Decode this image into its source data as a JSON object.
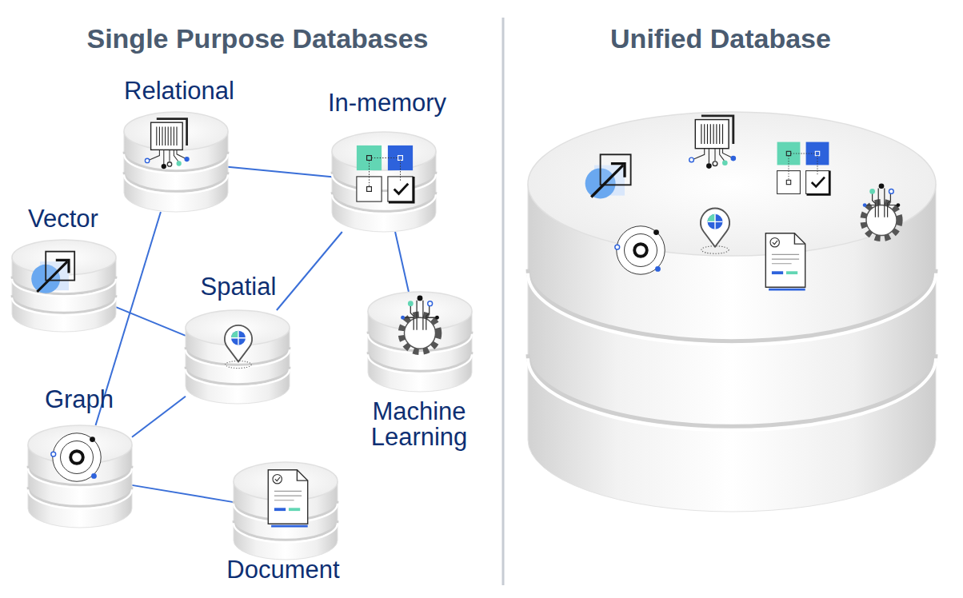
{
  "diagram": {
    "nodes": [
      {
        "text": [
          "Relational"
        ]
      },
      {
        "text": [
          "In-memory"
        ]
      },
      {
        "text": [
          "Vector"
        ]
      },
      {
        "text": [
          "Spatial"
        ]
      },
      {
        "text": [
          "Machine Learning"
        ]
      },
      {
        "text": [
          "Graph"
        ]
      },
      {
        "text": [
          "Document"
        ]
      },
      {
        "text": [
          "Unified Database"
        ]
      }
    ],
    "edges": [
      {
        "from": 0,
        "to": 1,
        "arrow": "none"
      },
      {
        "from": 0,
        "to": 5,
        "arrow": "none"
      },
      {
        "from": 2,
        "to": 3,
        "arrow": "none"
      },
      {
        "from": 3,
        "to": 1,
        "arrow": "none"
      },
      {
        "from": 1,
        "to": 4,
        "arrow": "none"
      },
      {
        "from": 3,
        "to": 5,
        "arrow": "none"
      },
      {
        "from": 5,
        "to": 6,
        "arrow": "none"
      }
    ],
    "labels": [
      "Single Purpose Databases"
    ]
  }
}
